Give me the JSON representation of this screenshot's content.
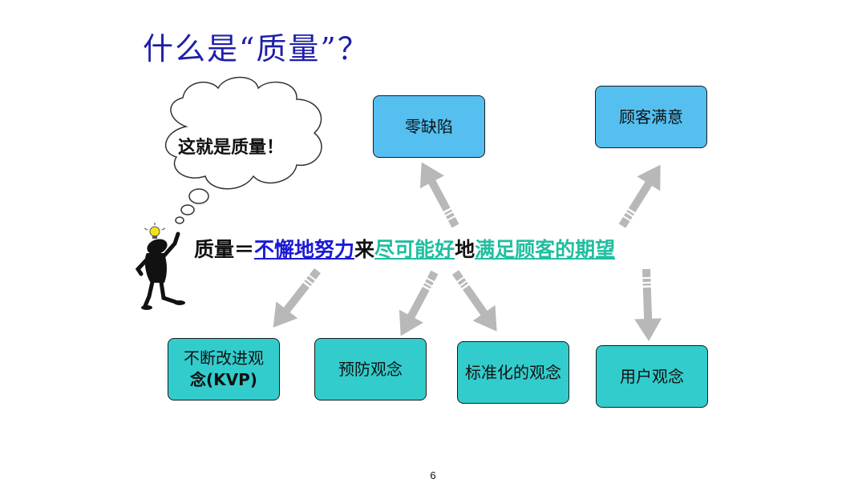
{
  "title": "什么是“质量”？",
  "thought_bubble": "这就是质量！",
  "formula": {
    "prefix": "质量＝",
    "part1": "不懈地努力",
    "conj1": "来",
    "part2": "尽可能好",
    "conj2": "地",
    "part3": "满足顾客的期望"
  },
  "boxes": {
    "zero_defect": "零缺陷",
    "customer_satisfaction": "顾客满意",
    "continuous_improvement_line1": "不断改进观",
    "continuous_improvement_line2": "念(KVP)",
    "prevention": "预防观念",
    "standardization": "标准化的观念",
    "user": "用户观念"
  },
  "page_number": "6",
  "colors": {
    "title": "#1f1fa8",
    "top_box": "#55bff0",
    "bottom_box": "#33cccc",
    "formula_blue": "#1a1ad6",
    "formula_green": "#1fbf9f",
    "arrow": "#b8b8b8"
  }
}
